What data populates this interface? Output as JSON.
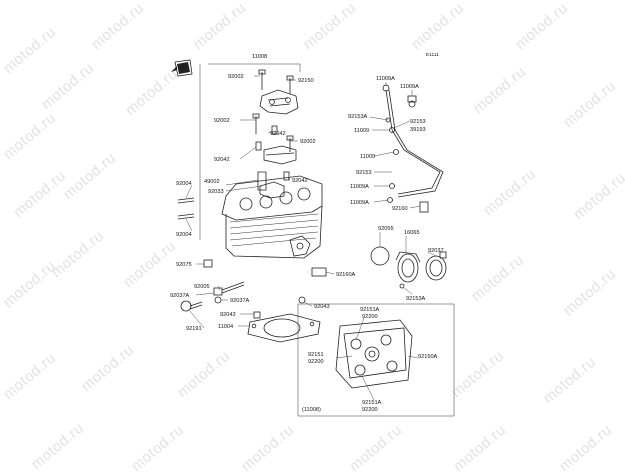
{
  "watermark": "motod.ru",
  "ref_code": "E1111",
  "inset_ref": "(11008)",
  "labels": {
    "p11008": "11008",
    "p92002a": "92002",
    "p92150": "92150",
    "p92002b": "92002",
    "p92042a": "92042",
    "p92002c": "92002",
    "p92042b": "92042",
    "p49002": "49002",
    "p92033": "92033",
    "p92042c": "92042",
    "p92004a": "92004",
    "p92004b": "92004",
    "p92075": "92075",
    "p92160a": "92160A",
    "p92005": "92005",
    "p92037aa": "92037A",
    "p92037ab": "92037A",
    "p92043a": "92043",
    "p92043b": "92043",
    "p92191": "92191",
    "p11004": "11004",
    "p11009a1": "11009A",
    "p11009a2": "11009A",
    "p92153a": "92153A",
    "p92153b": "92153",
    "p39193": "39193",
    "p11009b": "11009",
    "p11009c": "11009",
    "p92153c": "92153",
    "p11009a3": "11009A",
    "p11009a4": "11009A",
    "p92160": "92160",
    "p92055": "92055",
    "p16065": "16065",
    "p92037": "92037",
    "p92153a2": "92153A",
    "i92151a_top": "92151A",
    "i92200_top": "92200",
    "i92151": "92151",
    "i92200_mid": "92200",
    "i92150a": "92150A",
    "i92151a_bot": "92151A",
    "i92200_bot": "92200"
  }
}
